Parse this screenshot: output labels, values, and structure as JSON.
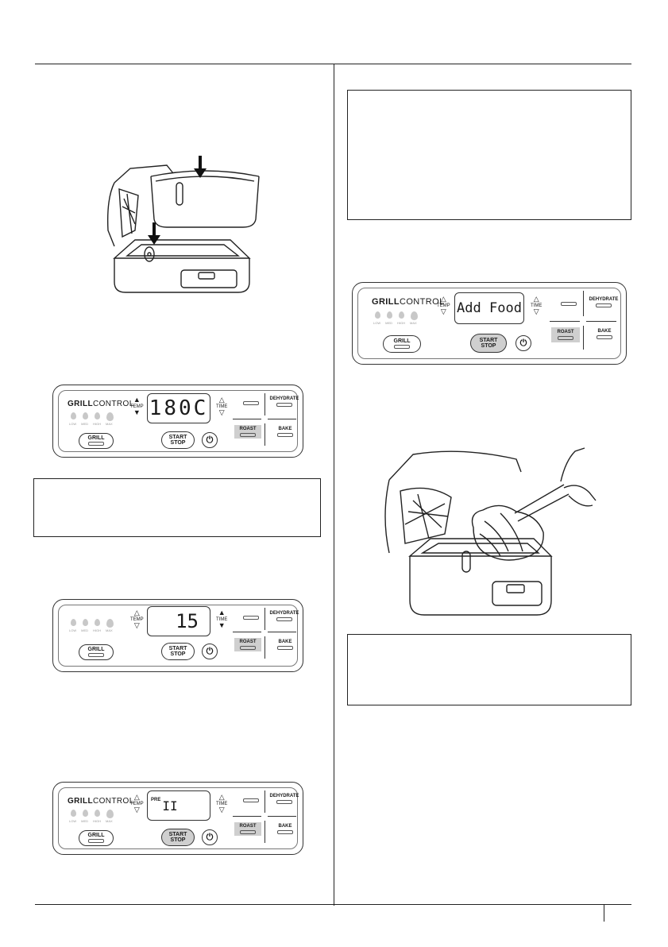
{
  "panels": {
    "brand_grill": "GRILL",
    "brand_control": "CONTROL",
    "heat_levels": [
      "LOW",
      "MED",
      "HIGH",
      "MAX"
    ],
    "temp_label": "TEMP",
    "time_label": "TIME",
    "grill_label": "GRILL",
    "start_label": "START",
    "stop_label": "STOP",
    "power_symbol": "⏻",
    "dehydrate_label": "DEHYDRATE",
    "roast_label": "ROAST",
    "bake_label": "BAKE",
    "display_temp": "180C",
    "display_time": "15",
    "display_pre": "PRE",
    "display_progress": "II",
    "display_addfood": "Add Food"
  },
  "page_number": ""
}
